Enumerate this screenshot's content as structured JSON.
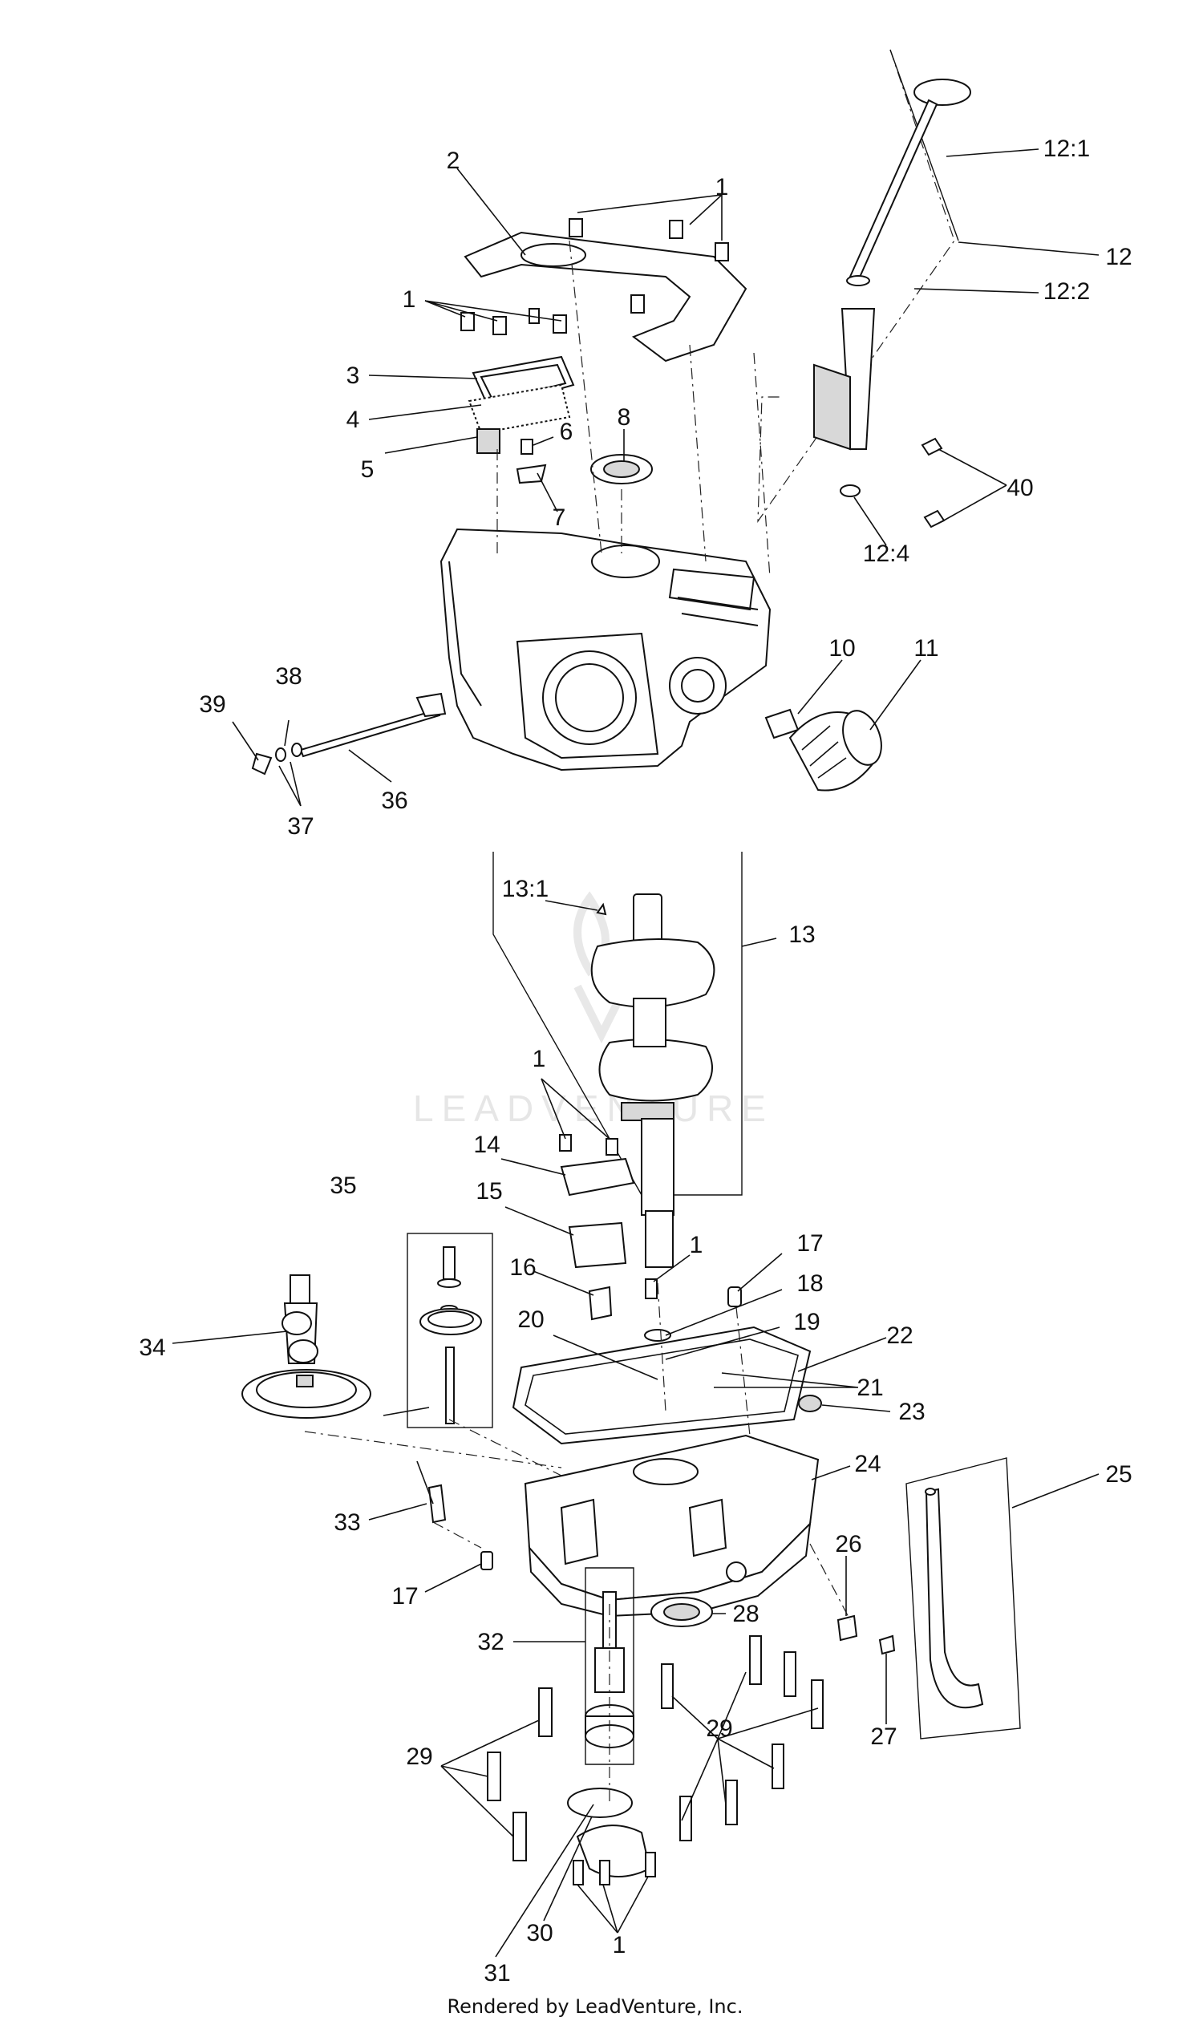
{
  "watermark": "LEADVENTURE",
  "footer": "Rendered by LeadVenture, Inc.",
  "callouts": {
    "c1": "1",
    "c2": "2",
    "c3": "3",
    "c4": "4",
    "c5": "5",
    "c6": "6",
    "c7": "7",
    "c8": "8",
    "c10": "10",
    "c11": "11",
    "c12": "12",
    "c12_1": "12:1",
    "c12_2": "12:2",
    "c12_4": "12:4",
    "c13": "13",
    "c13_1": "13:1",
    "c14": "14",
    "c15": "15",
    "c16": "16",
    "c17": "17",
    "c18": "18",
    "c19": "19",
    "c20": "20",
    "c21": "21",
    "c22": "22",
    "c23": "23",
    "c24": "24",
    "c25": "25",
    "c26": "26",
    "c27": "27",
    "c28": "28",
    "c29": "29",
    "c30": "30",
    "c31": "31",
    "c32": "32",
    "c33": "33",
    "c34": "34",
    "c35": "35",
    "c36": "36",
    "c37": "37",
    "c38": "38",
    "c39": "39",
    "c40": "40"
  }
}
